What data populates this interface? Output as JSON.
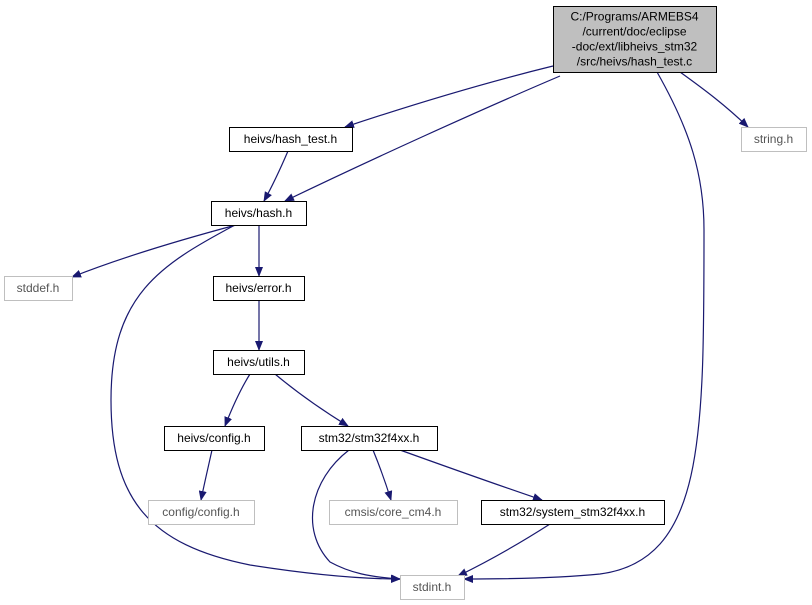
{
  "colors": {
    "edge": "#191970",
    "root_fill": "#bfbfbf",
    "documented_border": "#000000",
    "external_border": "#bfbfbf",
    "documented_text": "#000000",
    "external_text": "#555555"
  },
  "nodes": {
    "root": {
      "lines": [
        "C:/Programs/ARMEBS4",
        "/current/doc/eclipse",
        "-doc/ext/libheivs_stm32",
        "/src/heivs/hash_test.c"
      ],
      "kind": "root"
    },
    "hash_test_h": {
      "lines": [
        "heivs/hash_test.h"
      ],
      "kind": "documented"
    },
    "string_h": {
      "lines": [
        "string.h"
      ],
      "kind": "external"
    },
    "hash_h": {
      "lines": [
        "heivs/hash.h"
      ],
      "kind": "documented"
    },
    "stddef_h": {
      "lines": [
        "stddef.h"
      ],
      "kind": "external"
    },
    "error_h": {
      "lines": [
        "heivs/error.h"
      ],
      "kind": "documented"
    },
    "utils_h": {
      "lines": [
        "heivs/utils.h"
      ],
      "kind": "documented"
    },
    "config_h": {
      "lines": [
        "heivs/config.h"
      ],
      "kind": "documented"
    },
    "stm32f4xx_h": {
      "lines": [
        "stm32/stm32f4xx.h"
      ],
      "kind": "documented"
    },
    "config_config_h": {
      "lines": [
        "config/config.h"
      ],
      "kind": "external"
    },
    "core_cm4_h": {
      "lines": [
        "cmsis/core_cm4.h"
      ],
      "kind": "external"
    },
    "system_stm32f4xx_h": {
      "lines": [
        "stm32/system_stm32f4xx.h"
      ],
      "kind": "documented"
    },
    "stdint_h": {
      "lines": [
        "stdint.h"
      ],
      "kind": "external"
    }
  },
  "edges": [
    [
      "root",
      "hash_test_h"
    ],
    [
      "root",
      "hash_h"
    ],
    [
      "root",
      "string_h"
    ],
    [
      "root",
      "stdint_h"
    ],
    [
      "hash_test_h",
      "hash_h"
    ],
    [
      "hash_h",
      "stddef_h"
    ],
    [
      "hash_h",
      "error_h"
    ],
    [
      "hash_h",
      "stdint_h"
    ],
    [
      "error_h",
      "utils_h"
    ],
    [
      "utils_h",
      "config_h"
    ],
    [
      "utils_h",
      "stm32f4xx_h"
    ],
    [
      "config_h",
      "config_config_h"
    ],
    [
      "stm32f4xx_h",
      "core_cm4_h"
    ],
    [
      "stm32f4xx_h",
      "system_stm32f4xx_h"
    ],
    [
      "stm32f4xx_h",
      "stdint_h"
    ],
    [
      "system_stm32f4xx_h",
      "stdint_h"
    ]
  ]
}
